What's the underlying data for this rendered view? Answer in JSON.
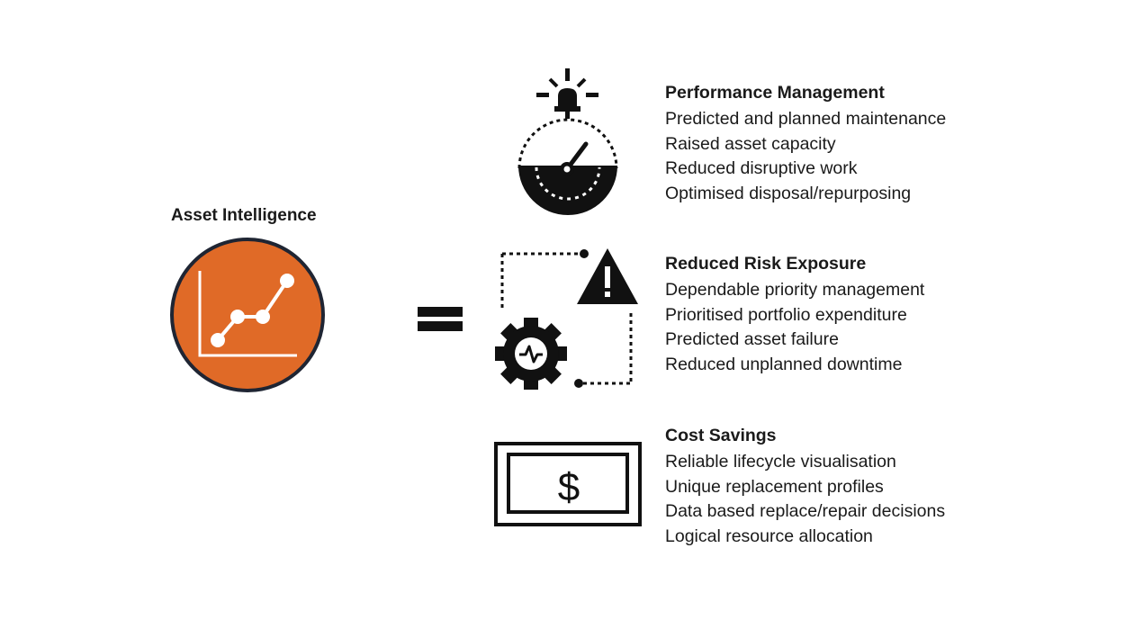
{
  "left": {
    "title": "Asset Intelligence",
    "icon": "line-chart-icon",
    "circle_fill": "#e06a27",
    "circle_border": "#1f2533"
  },
  "operator": "equals-icon",
  "sections": [
    {
      "icon": "gauge-alarm-icon",
      "heading": "Performance Management",
      "items": [
        "Predicted and planned maintenance",
        "Raised asset capacity",
        "Reduced disruptive work",
        "Optimised disposal/repurposing"
      ]
    },
    {
      "icon": "gear-warning-icon",
      "heading": "Reduced Risk Exposure",
      "items": [
        "Dependable priority management",
        "Prioritised portfolio expenditure",
        "Predicted asset failure",
        "Reduced unplanned downtime"
      ]
    },
    {
      "icon": "dollar-bill-icon",
      "heading": "Cost Savings",
      "items": [
        "Reliable lifecycle visualisation",
        "Unique replacement profiles",
        "Data based replace/repair decisions",
        "Logical resource allocation"
      ]
    }
  ]
}
